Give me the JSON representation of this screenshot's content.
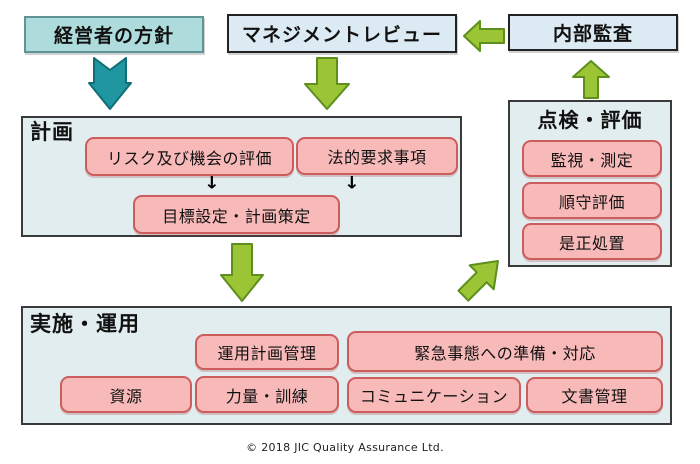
{
  "top_row": {
    "policy": "経営者の方針",
    "management_review": "マネジメントレビュー",
    "internal_audit": "内部監査"
  },
  "plan_section": {
    "title": "計画",
    "items": [
      "リスク及び機会の評価",
      "法的要求事項",
      "目標設定・計画策定"
    ]
  },
  "check_section": {
    "title": "点検・評価",
    "items": [
      "監視・測定",
      "順守評価",
      "是正処置"
    ]
  },
  "do_section": {
    "title": "実施・運用",
    "items": [
      "運用計画管理",
      "緊急事態への準備・対応",
      "資源",
      "力量・訓練",
      "コミュニケーション",
      "文書管理"
    ]
  },
  "footer": {
    "copyright": "© 2018 JIC Quality Assurance Ltd."
  },
  "icons": {
    "black_down_arrow": "↓",
    "teal_down_arrow": "notched-block-down-arrow",
    "green_down_arrow": "block-down-arrow",
    "green_up_arrow": "block-up-arrow",
    "green_left_arrow": "block-left-arrow",
    "green_diagonal_arrow": "block-up-right-arrow"
  },
  "colors": {
    "teal_box_bg": "#aedcdc",
    "blue_box_bg": "#dcebf3",
    "panel_bg": "#e2edf0",
    "pink_bg": "#f8b9b9",
    "pink_border": "#cd5c5c",
    "green_fill": "#9cc535",
    "teal_fill": "#1f96a0"
  }
}
